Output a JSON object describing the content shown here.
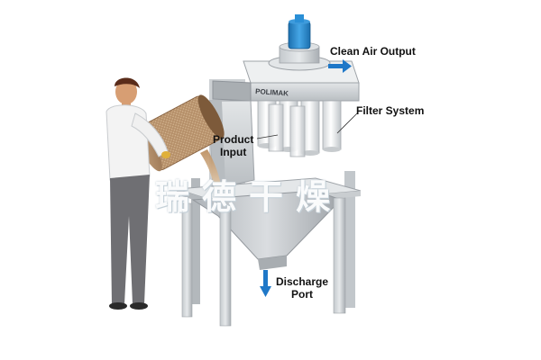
{
  "labels": {
    "clean_air_output": "Clean Air Output",
    "filter_system": "Filter System",
    "product_input_line1": "Product",
    "product_input_line2": "Input",
    "discharge_port_line1": "Discharge",
    "discharge_port_line2": "Port"
  },
  "unit_brand": "POLIMAK",
  "watermark": "瑞德干燥",
  "colors": {
    "arrow_blue": "#1f78c8",
    "steel_light": "#d9dde0",
    "steel_mid": "#b7bcc1",
    "steel_dark": "#8d9298",
    "motor_blue": "#2a8fd6",
    "filter_white": "#f4f5f6"
  },
  "icons": [
    "arrow-right-icon",
    "arrow-down-icon",
    "motor-fan-icon"
  ]
}
